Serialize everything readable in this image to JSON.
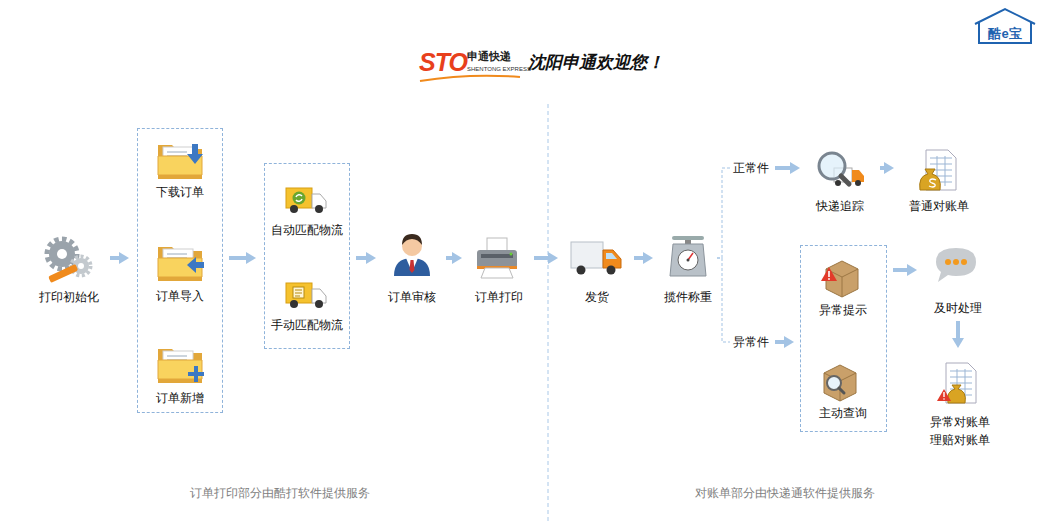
{
  "diagram": {
    "title": "沈阳申通欢迎您！",
    "nodes": [
      {
        "text": [
          "打印初始化"
        ]
      },
      {
        "text": []
      },
      {
        "text": [
          "下载订单"
        ],
        "in": 1
      },
      {
        "text": [
          "订单导入"
        ],
        "in": 1
      },
      {
        "text": [
          "订单新增"
        ],
        "in": 1
      },
      {
        "text": []
      },
      {
        "text": [
          "自动匹配物流"
        ],
        "in": 5
      },
      {
        "text": [
          "手动匹配物流"
        ],
        "in": 5
      },
      {
        "text": [
          "订单审核"
        ]
      },
      {
        "text": [
          "订单打印"
        ]
      },
      {
        "text": [
          "发货"
        ]
      },
      {
        "text": [
          "揽件称重"
        ]
      },
      {
        "text": [
          "快递追踪"
        ]
      },
      {
        "text": [
          "普通对账单"
        ]
      },
      {
        "text": []
      },
      {
        "text": [
          "异常提示"
        ],
        "in": 14
      },
      {
        "text": [
          "主动查询"
        ],
        "in": 14
      },
      {
        "text": [
          "及时处理"
        ]
      },
      {
        "text": [
          "异常对账单 理赔对账单"
        ]
      }
    ],
    "edges": [
      {
        "from": 0,
        "to": 1,
        "arrow": "to"
      },
      {
        "from": 1,
        "to": 5,
        "arrow": "to"
      },
      {
        "from": 5,
        "to": 8,
        "arrow": "to"
      },
      {
        "from": 8,
        "to": 9,
        "arrow": "to"
      },
      {
        "from": 9,
        "to": 10,
        "arrow": "to"
      },
      {
        "from": 10,
        "to": 11,
        "arrow": "to"
      },
      {
        "from": 11,
        "to": 12,
        "label": "正常件",
        "arrow": "to"
      },
      {
        "from": 11,
        "to": 14,
        "label": "异常件",
        "arrow": "to"
      },
      {
        "from": 12,
        "to": 13,
        "arrow": "to"
      },
      {
        "from": 14,
        "to": 17,
        "arrow": "to"
      },
      {
        "from": 17,
        "to": 18,
        "arrow": "to"
      }
    ],
    "labels": [
      "STO",
      "申通快递",
      "SHENTONG EXPRESS",
      "酷e宝",
      "订单打印部分由酷打软件提供服务",
      "对账单部分由快递通软件提供服务"
    ]
  }
}
